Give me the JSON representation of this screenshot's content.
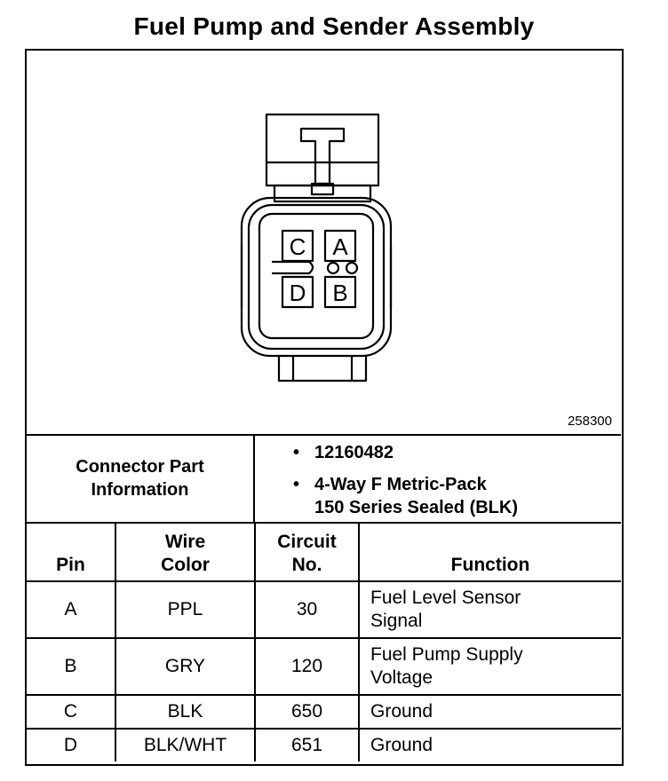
{
  "title": "Fuel Pump and Sender Assembly",
  "figure": {
    "number": "258300",
    "cavity_labels": [
      "C",
      "A",
      "D",
      "B"
    ]
  },
  "connector_info": {
    "label_lines": [
      "Connector Part",
      "Information"
    ],
    "items": [
      {
        "lines": [
          "12160482"
        ]
      },
      {
        "lines": [
          "4-Way F Metric-Pack",
          "150 Series Sealed (BLK)"
        ]
      }
    ]
  },
  "table": {
    "headers": {
      "pin": [
        "Pin"
      ],
      "wire_color": [
        "Wire",
        "Color"
      ],
      "circuit": [
        "Circuit",
        "No."
      ],
      "function": [
        "Function"
      ]
    },
    "rows": [
      {
        "pin": "A",
        "wire_color": "PPL",
        "circuit": "30",
        "function": [
          "Fuel Level Sensor",
          "Signal"
        ]
      },
      {
        "pin": "B",
        "wire_color": "GRY",
        "circuit": "120",
        "function": [
          "Fuel Pump Supply",
          "Voltage"
        ]
      },
      {
        "pin": "C",
        "wire_color": "BLK",
        "circuit": "650",
        "function": [
          "Ground"
        ]
      },
      {
        "pin": "D",
        "wire_color": "BLK/WHT",
        "circuit": "651",
        "function": [
          "Ground"
        ]
      }
    ]
  }
}
